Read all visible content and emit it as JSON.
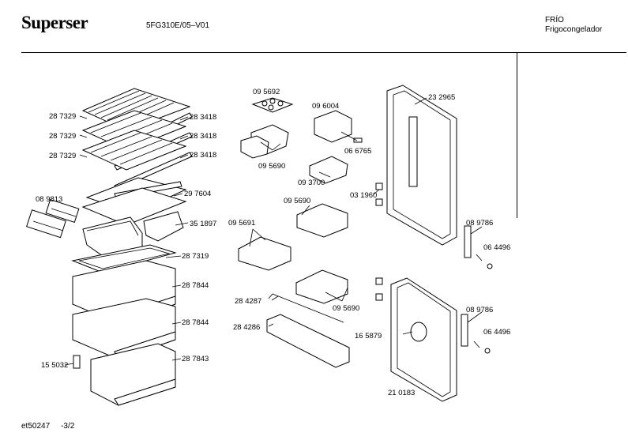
{
  "header": {
    "brand": "Superser",
    "model": "5FG310E/05–V01",
    "category": "FRÍO",
    "subcategory": "Frigocongelador"
  },
  "footer": {
    "code": "et50247",
    "page": "-3/2"
  },
  "parts": [
    {
      "id": "p287329a",
      "label": "28 7329"
    },
    {
      "id": "p287329b",
      "label": "28 7329"
    },
    {
      "id": "p287329c",
      "label": "28 7329"
    },
    {
      "id": "p283418a",
      "label": "28 3418"
    },
    {
      "id": "p283418b",
      "label": "28 3418"
    },
    {
      "id": "p283418c",
      "label": "28 3418"
    },
    {
      "id": "p089813",
      "label": "08 9813"
    },
    {
      "id": "p297604",
      "label": "29 7604"
    },
    {
      "id": "p351897",
      "label": "35 1897"
    },
    {
      "id": "p287319",
      "label": "28 7319"
    },
    {
      "id": "p287844a",
      "label": "28 7844"
    },
    {
      "id": "p287844b",
      "label": "28 7844"
    },
    {
      "id": "p287843",
      "label": "28 7843"
    },
    {
      "id": "p155032",
      "label": "15 5032"
    },
    {
      "id": "p095692",
      "label": "09 5692"
    },
    {
      "id": "p095690a",
      "label": "09 5690"
    },
    {
      "id": "p096004",
      "label": "09 6004"
    },
    {
      "id": "p066765",
      "label": "06 6765"
    },
    {
      "id": "p093700",
      "label": "09 3700"
    },
    {
      "id": "p095690b",
      "label": "09 5690"
    },
    {
      "id": "p095691",
      "label": "09 5691"
    },
    {
      "id": "p095690c",
      "label": "09 5690"
    },
    {
      "id": "p284287",
      "label": "28 4287"
    },
    {
      "id": "p284286",
      "label": "28 4286"
    },
    {
      "id": "p232965",
      "label": "23 2965"
    },
    {
      "id": "p031960",
      "label": "03 1960"
    },
    {
      "id": "p089786a",
      "label": "08 9786"
    },
    {
      "id": "p064496a",
      "label": "06 4496"
    },
    {
      "id": "p089786b",
      "label": "08 9786"
    },
    {
      "id": "p064496b",
      "label": "06 4496"
    },
    {
      "id": "p165879",
      "label": "16 5879"
    },
    {
      "id": "p210183",
      "label": "21 0183"
    }
  ]
}
